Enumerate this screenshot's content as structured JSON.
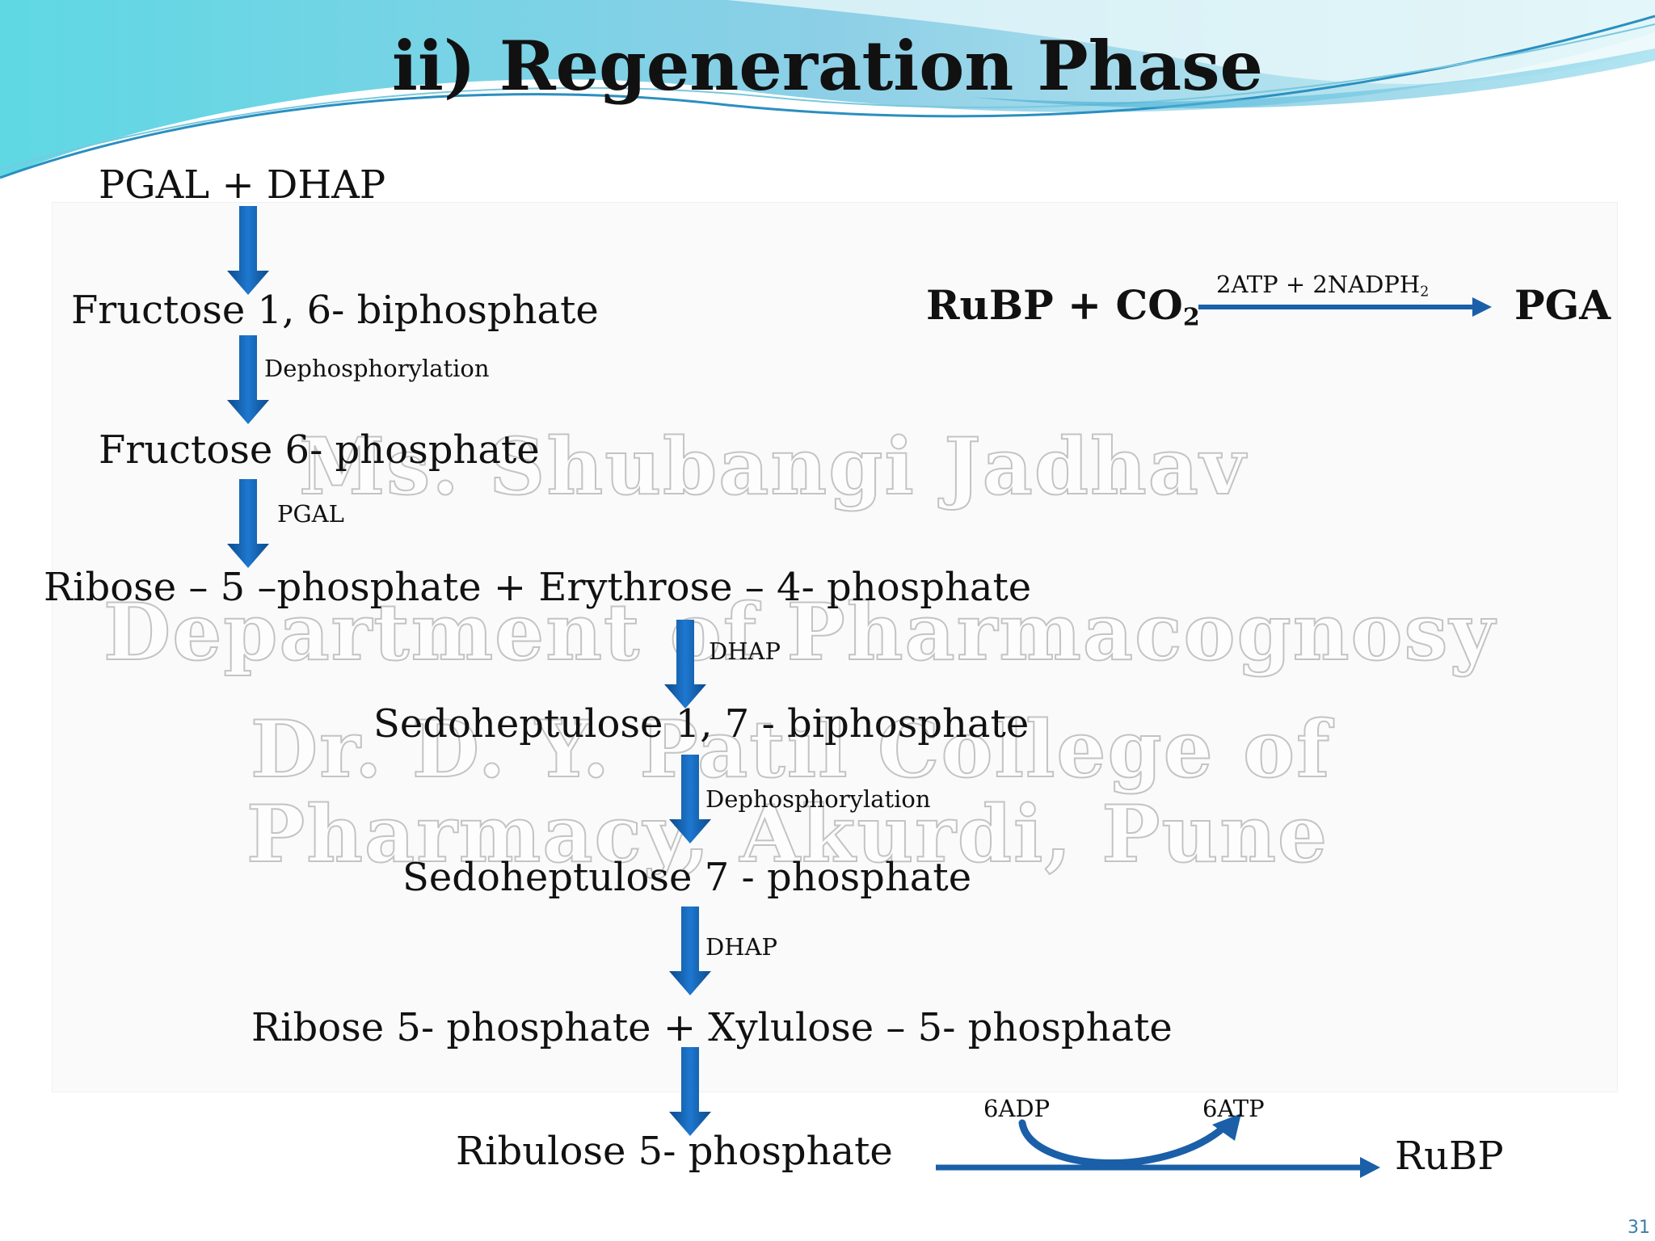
{
  "slide": {
    "title": "ii) Regeneration Phase",
    "page_number": "31"
  },
  "pathway": {
    "step1": "PGAL + DHAP",
    "step2": "Fructose 1, 6- biphosphate",
    "label2": "Dephosphorylation",
    "step3": "Fructose 6- phosphate",
    "label3": "PGAL",
    "step4": "Ribose – 5 –phosphate + Erythrose – 4- phosphate",
    "label4": "DHAP",
    "step5": "Sedoheptulose 1, 7 - biphosphate",
    "label5": "Dephosphorylation",
    "step6": "Sedoheptulose 7 - phosphate",
    "label6": "DHAP",
    "step7": "Ribose 5- phosphate + Xylulose – 5- phosphate",
    "step8": "Ribulose 5- phosphate",
    "final_product": "RuBP",
    "cofactor_in": "6ADP",
    "cofactor_out": "6ATP"
  },
  "summary_reaction": {
    "reactant_rubp": "RuBP + CO",
    "reactant_sub": "2",
    "reagent_main": "2ATP + 2NADPH",
    "reagent_sub": "2",
    "product": "PGA"
  },
  "watermark": {
    "line1": "Ms. Shubangi Jadhav",
    "line2": "Department of Pharmacognosy",
    "line3": "Dr. D. Y. Patil College of",
    "line4": "Pharmacy, Akurdi, Pune"
  },
  "colors": {
    "arrow": "#1565b8",
    "arrow_dark": "#0d4a8a",
    "header_teal": "#4fd6e0",
    "header_blue": "#2a8fc0"
  }
}
